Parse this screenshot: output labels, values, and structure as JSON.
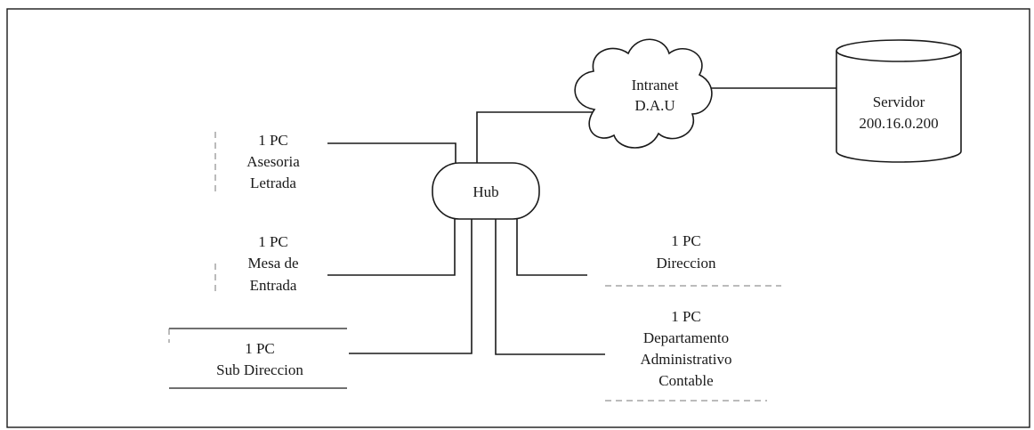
{
  "hub": {
    "label": "Hub"
  },
  "cloud": {
    "lines": [
      "Intranet",
      "D.A.U"
    ]
  },
  "server": {
    "lines": [
      "Servidor",
      "200.16.0.200"
    ]
  },
  "nodes": {
    "asesoria": [
      "1 PC",
      "Asesoria",
      "Letrada"
    ],
    "mesa": [
      "1 PC",
      "Mesa de",
      "Entrada"
    ],
    "subdireccion": [
      "1 PC",
      "Sub Direccion"
    ],
    "direccion": [
      "1 PC",
      "Direccion"
    ],
    "departamento": [
      "1 PC",
      "Departamento",
      "Administrativo",
      "Contable"
    ]
  },
  "colors": {
    "stroke": "#1a1a1a",
    "background": "#ffffff"
  }
}
